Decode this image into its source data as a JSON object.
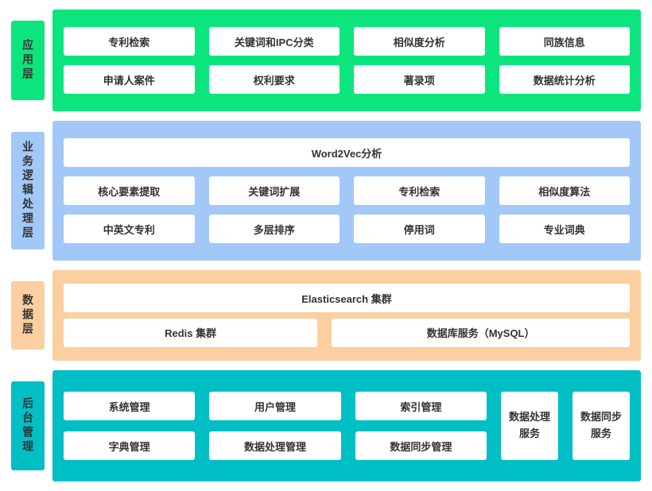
{
  "palette": {
    "app-green": "#0ce57e",
    "logic-blue": "#a2c8f7",
    "data-orange": "#fbcfa0",
    "admin-teal": "#00bfc4",
    "box-bg": "#ffffff",
    "text-color": "#333333"
  },
  "layers": {
    "application": {
      "label": "应用层",
      "row1": [
        "专利检索",
        "关键词和IPC分类",
        "相似度分析",
        "同族信息"
      ],
      "row2": [
        "申请人案件",
        "权利要求",
        "著录项",
        "数据统计分析"
      ]
    },
    "logic": {
      "label": "业务逻辑处理层",
      "row1": "Word2Vec分析",
      "row2": [
        "核心要素提取",
        "关键词扩展",
        "专利检索",
        "相似度算法"
      ],
      "row3": [
        "中英文专利",
        "多层排序",
        "停用词",
        "专业词典"
      ]
    },
    "data": {
      "label": "数据层",
      "row1": "Elasticsearch 集群",
      "row2": [
        "Redis 集群",
        "数据库服务（MySQL）"
      ]
    },
    "admin": {
      "label": "后台管理",
      "grid_row1": [
        "系统管理",
        "用户管理",
        "索引管理"
      ],
      "grid_row2": [
        "字典管理",
        "数据处理管理",
        "数据同步管理"
      ],
      "services": [
        "数据处理服务",
        "数据同步服务"
      ]
    }
  }
}
